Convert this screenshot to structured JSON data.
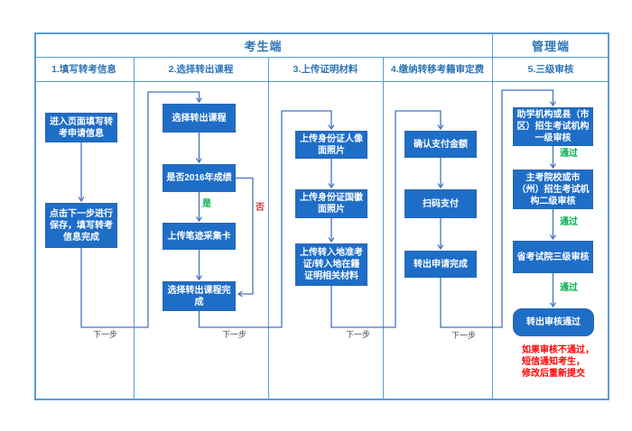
{
  "header": {
    "examinee_label": "考生端",
    "admin_label": "管理端"
  },
  "columns": [
    {
      "label": "1.填写转考信息"
    },
    {
      "label": "2.选择转出课程"
    },
    {
      "label": "3.上传证明材料"
    },
    {
      "label": "4.缴纳转移考籍审定费"
    },
    {
      "label": "5.三级审核"
    }
  ],
  "nodes": {
    "enter_page": "进入页面填写转考申请信息",
    "click_next_save": "点击下一步进行保存，填写转考信息完成",
    "select_course": "选择转出课程",
    "is_2016_score": "是否2016年成绩",
    "upload_handwriting_card": "上传笔迹采集卡",
    "select_course_done": "选择转出课程完成",
    "upload_id_portrait": "上传身份证人像面照片",
    "upload_id_emblem": "上传身份证国徽面照片",
    "upload_transfer_materials": "上传转入地准考证/转入地在籍证明相关材料",
    "confirm_amount": "确认支付金额",
    "scan_pay": "扫码支付",
    "transfer_apply_done": "转出申请完成",
    "review_level1": "助学机构或县（市区）招生考试机构一级审核",
    "review_level2": "主考院校或市（州）招生考试机构二级审核",
    "review_level3": "省考试院三级审核",
    "review_passed": "转出审核通过"
  },
  "edge_labels": {
    "next": "下一步",
    "yes": "是",
    "no": "否",
    "pass": "通过"
  },
  "note": {
    "line1": "如果审核不通过，",
    "line2": "短信通知考生，",
    "line3": "修改后重新提交"
  },
  "colors": {
    "node_fill": "#1E6EC8",
    "node_border": "#2B66B0",
    "frame_border": "#5B9BD5",
    "connector": "#4472C4",
    "header_text": "#2E75B6",
    "yes_pass_green": "#00B050",
    "no_red": "#E03A3A",
    "note_red": "#FF0000",
    "next_label_gray": "#4A4A4A"
  }
}
